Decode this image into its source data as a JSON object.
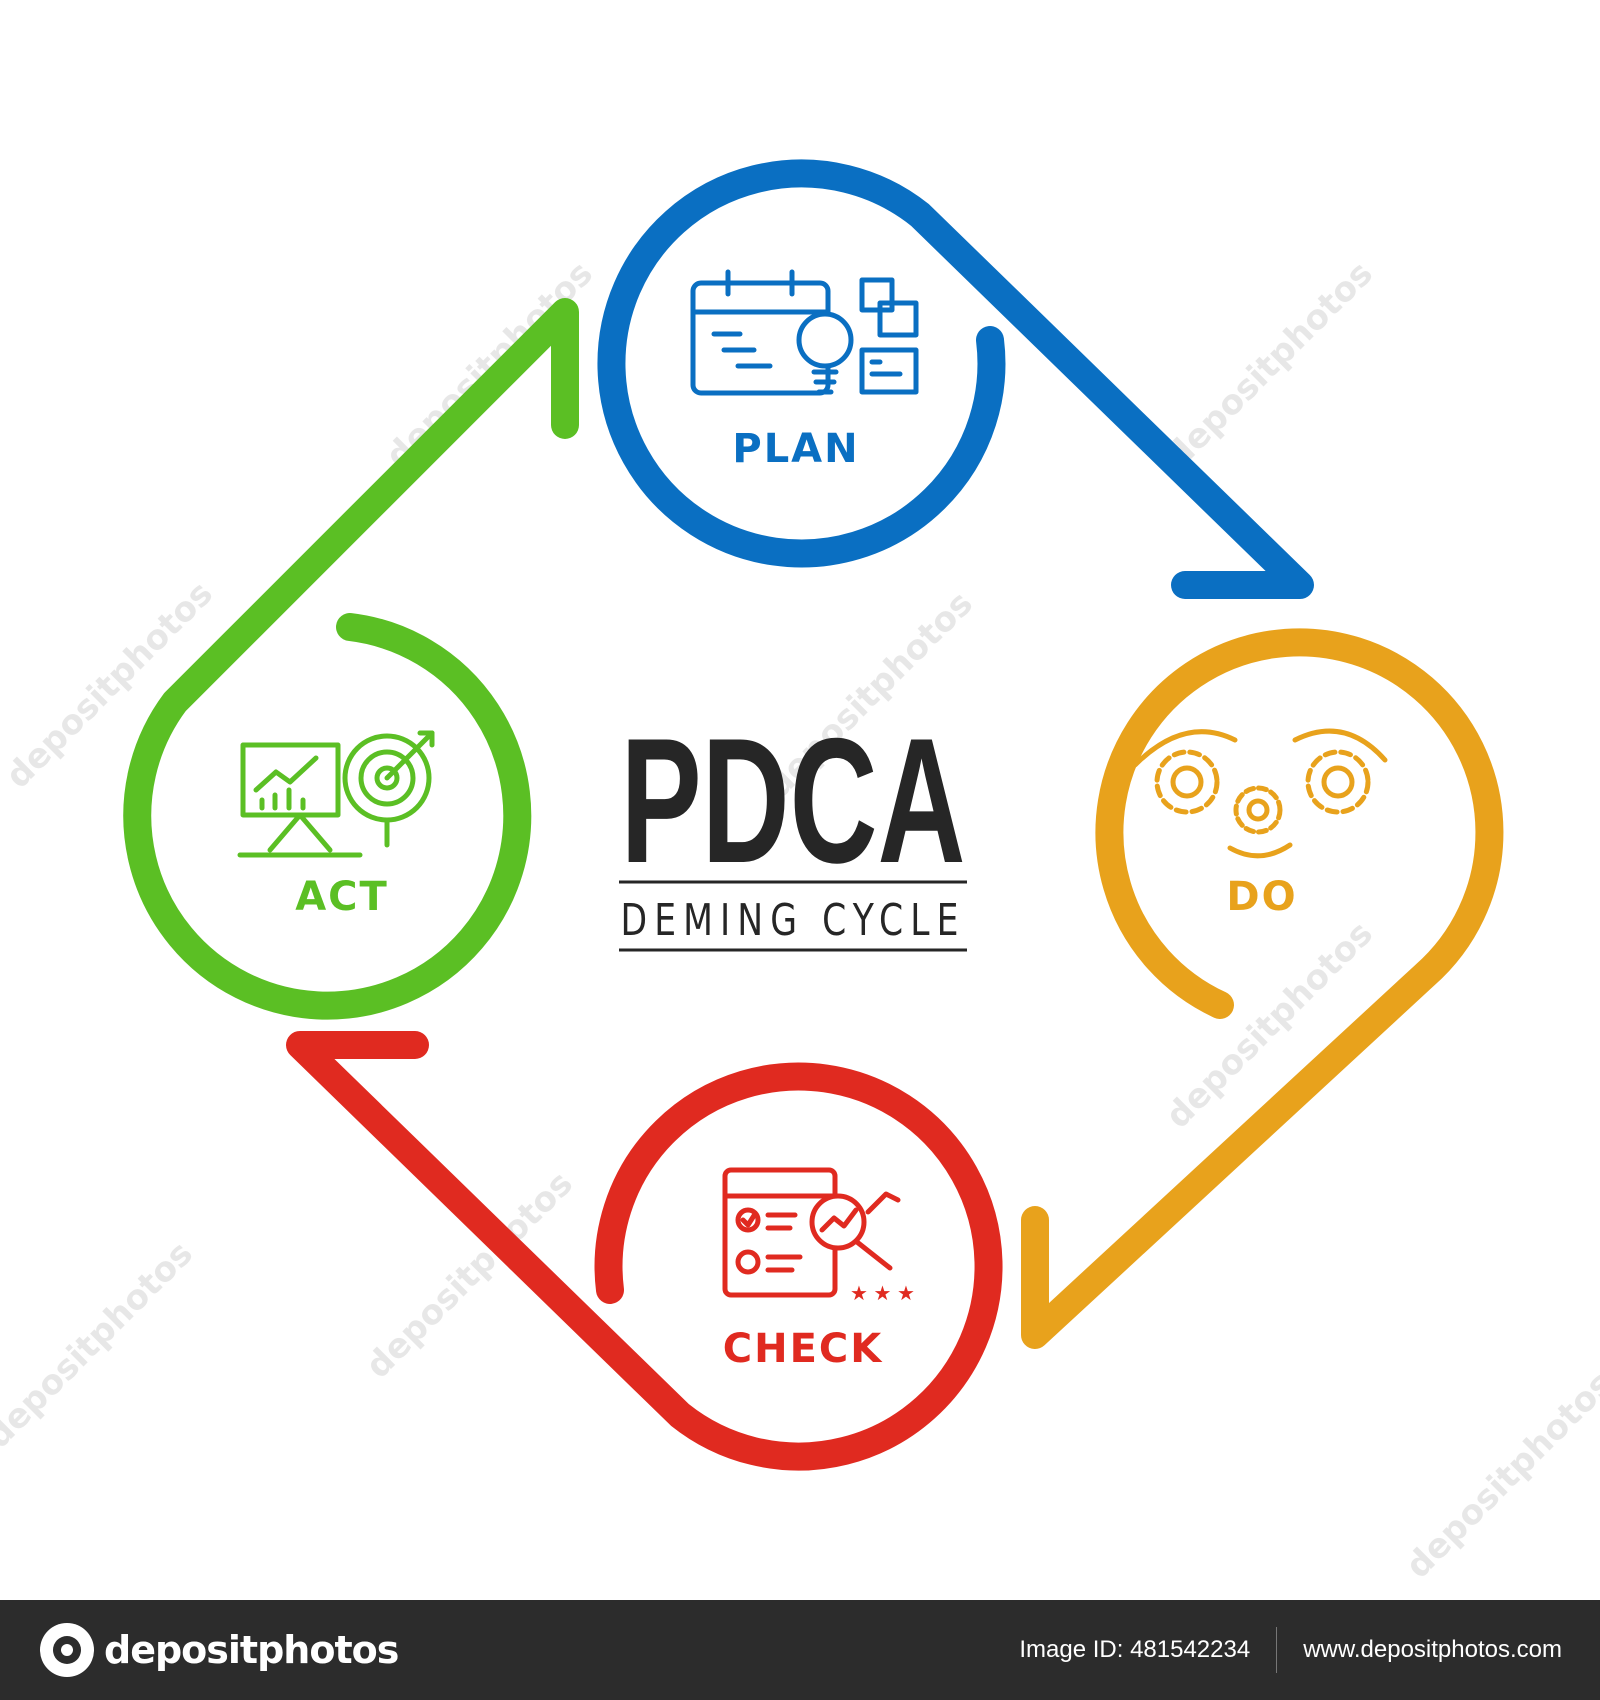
{
  "title": "PDCA",
  "subtitle": "DEMING CYCLE",
  "stages": [
    {
      "key": "plan",
      "label": "PLAN",
      "color": "#0a6fc2",
      "icon": "calendar-bulb-notes-icon"
    },
    {
      "key": "do",
      "label": "DO",
      "color": "#e8a21c",
      "icon": "gears-icon"
    },
    {
      "key": "check",
      "label": "CHECK",
      "color": "#e02a20",
      "icon": "checklist-magnifier-icon"
    },
    {
      "key": "act",
      "label": "ACT",
      "color": "#5bbf24",
      "icon": "chart-target-icon"
    }
  ],
  "watermark": "depositphotos",
  "footer": {
    "brand": "depositphotos",
    "image_id": "Image ID: 481542234",
    "url": "www.depositphotos.com"
  }
}
